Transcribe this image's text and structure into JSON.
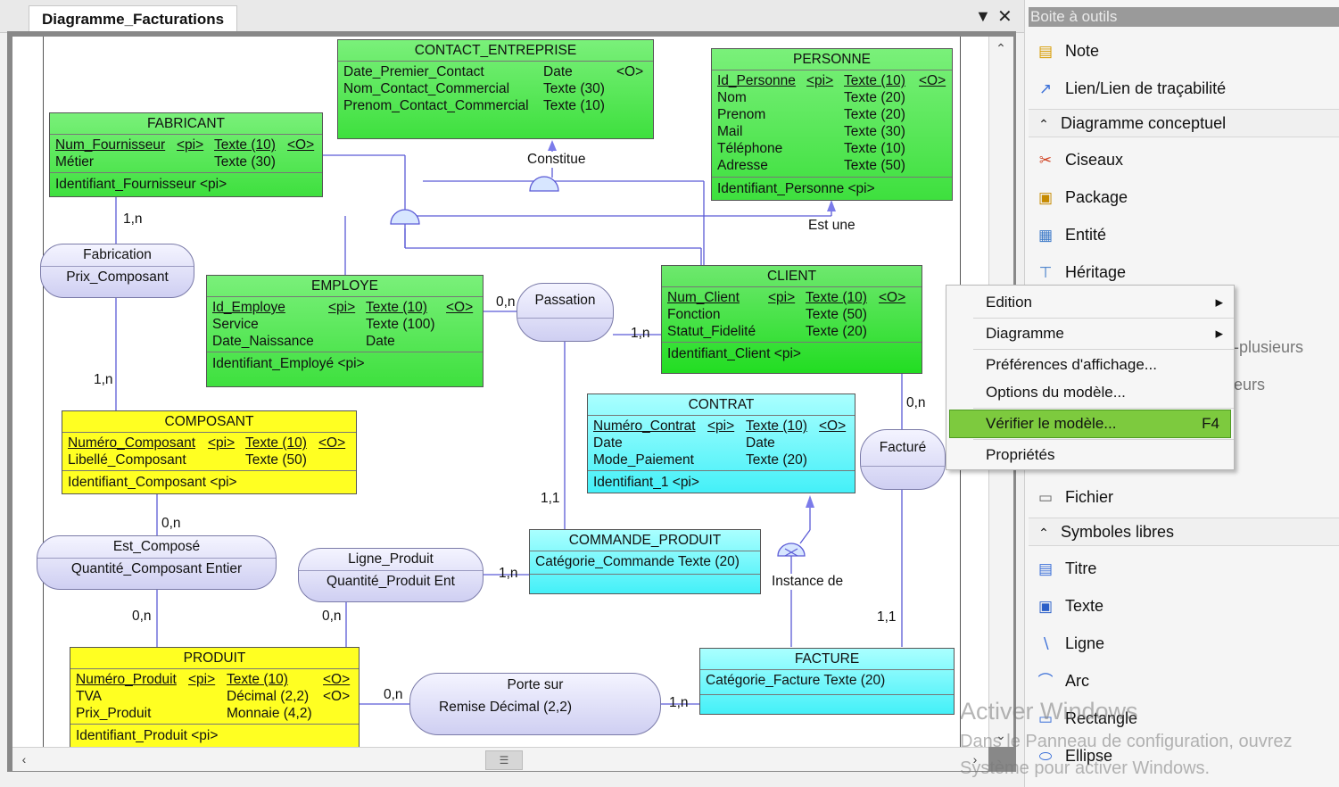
{
  "tab": {
    "title": "Diagramme_Facturations",
    "pin_icon": "pin-icon",
    "close_icon": "close-icon"
  },
  "diagram": {
    "contact_entreprise": {
      "title": "CONTACT_ENTREPRISE",
      "rows": [
        [
          "Date_Premier_Contact",
          "Date",
          "<O>"
        ],
        [
          "Nom_Contact_Commercial",
          "Texte (30)",
          ""
        ],
        [
          "Prenom_Contact_Commercial",
          "Texte (10)",
          ""
        ]
      ]
    },
    "personne": {
      "title": "PERSONNE",
      "rows": [
        [
          "Id_Personne",
          "<pi>",
          "Texte (10)",
          "<O>"
        ],
        [
          "Nom",
          "",
          "Texte (20)",
          ""
        ],
        [
          "Prenom",
          "",
          "Texte (20)",
          ""
        ],
        [
          "Mail",
          "",
          "Texte (30)",
          ""
        ],
        [
          "Téléphone",
          "",
          "Texte (10)",
          ""
        ],
        [
          "Adresse",
          "",
          "Texte (50)",
          ""
        ]
      ],
      "identifier": "Identifiant_Personne   <pi>"
    },
    "fabricant": {
      "title": "FABRICANT",
      "rows": [
        [
          "Num_Fournisseur",
          "<pi>",
          "Texte (10)",
          "<O>"
        ],
        [
          "Métier",
          "",
          "Texte (30)",
          ""
        ]
      ],
      "identifier": "Identifiant_Fournisseur   <pi>"
    },
    "employe": {
      "title": "EMPLOYE",
      "rows": [
        [
          "Id_Employe",
          "<pi>",
          "Texte (10)",
          "<O>"
        ],
        [
          "Service",
          "",
          "Texte (100)",
          ""
        ],
        [
          "Date_Naissance",
          "",
          "Date",
          ""
        ]
      ],
      "identifier": "Identifiant_Employé   <pi>"
    },
    "client": {
      "title": "CLIENT",
      "rows": [
        [
          "Num_Client",
          "<pi>",
          "Texte (10)",
          "<O>"
        ],
        [
          "Fonction",
          "",
          "Texte (50)",
          ""
        ],
        [
          "Statut_Fidelité",
          "",
          "Texte (20)",
          ""
        ]
      ],
      "identifier": "Identifiant_Client   <pi>"
    },
    "composant": {
      "title": "COMPOSANT",
      "rows": [
        [
          "Numéro_Composant",
          "<pi>",
          "Texte (10)",
          "<O>"
        ],
        [
          "Libellé_Composant",
          "",
          "Texte (50)",
          ""
        ]
      ],
      "identifier": "Identifiant_Composant   <pi>"
    },
    "contrat": {
      "title": "CONTRAT",
      "rows": [
        [
          "Numéro_Contrat",
          "<pi>",
          "Texte (10)",
          "<O>"
        ],
        [
          "Date",
          "",
          "Date",
          ""
        ],
        [
          "Mode_Paiement",
          "",
          "Texte (20)",
          ""
        ]
      ],
      "identifier": "Identifiant_1   <pi>"
    },
    "commande_produit": {
      "title": "COMMANDE_PRODUIT",
      "rows": [
        [
          "Catégorie_Commande   Texte (20)"
        ]
      ]
    },
    "produit": {
      "title": "PRODUIT",
      "rows": [
        [
          "Numéro_Produit",
          "<pi>",
          "Texte (10)",
          "<O>"
        ],
        [
          "TVA",
          "",
          "Décimal (2,2)",
          "<O>"
        ],
        [
          "Prix_Produit",
          "",
          "Monnaie (4,2)",
          ""
        ]
      ],
      "identifier": "Identifiant_Produit   <pi>"
    },
    "facture": {
      "title": "FACTURE",
      "rows": [
        [
          "Catégorie_Facture   Texte (20)"
        ]
      ]
    },
    "associations": {
      "fabrication": {
        "title": "Fabrication",
        "attr": "Prix_Composant"
      },
      "passation": {
        "title": "Passation"
      },
      "facture_assoc": {
        "title": "Facturé"
      },
      "est_compose": {
        "title": "Est_Composé",
        "attr": "Quantité_Composant   Entier"
      },
      "ligne_produit": {
        "title": "Ligne_Produit",
        "attr": "Quantité_Produit   Ent"
      },
      "porte_sur": {
        "title": "Porte sur",
        "attr": "Remise   Décimal (2,2)"
      }
    },
    "labels": {
      "constitue": "Constitue",
      "est_une": "Est une",
      "instance_de": "Instance de",
      "card_fab_1n": "1,n",
      "card_comp_1n": "1,n",
      "card_emp_0n": "0,n",
      "card_client_1n": "1,n",
      "card_client_0n": "0,n",
      "card_cmd_11": "1,1",
      "card_comp_0n": "0,n",
      "card_prod_0n": "0,n",
      "card_lp_0n": "0,n",
      "card_lp_1n": "1,n",
      "card_prod_porte_0n": "0,n",
      "card_fact_1n": "1,n",
      "card_fact_11": "1,1"
    }
  },
  "toolbox": {
    "title": "Boite à outils",
    "items_top": [
      {
        "label": "Note",
        "icon": "note-icon"
      },
      {
        "label": "Lien/Lien de traçabilité",
        "icon": "link-icon"
      }
    ],
    "section_conceptuel": "Diagramme conceptuel",
    "items_conceptuel": [
      {
        "label": "Ciseaux",
        "icon": "scissors-icon"
      },
      {
        "label": "Package",
        "icon": "package-icon"
      },
      {
        "label": "Entité",
        "icon": "entity-icon"
      },
      {
        "label": "Héritage",
        "icon": "inheritance-icon"
      }
    ],
    "partial_1": "-plusieurs",
    "partial_2": "eurs",
    "fichier": {
      "label": "Fichier",
      "icon": "file-icon"
    },
    "section_symboles": "Symboles libres",
    "items_symboles": [
      {
        "label": "Titre",
        "icon": "title-icon"
      },
      {
        "label": "Texte",
        "icon": "text-icon"
      },
      {
        "label": "Ligne",
        "icon": "line-icon"
      },
      {
        "label": "Arc",
        "icon": "arc-icon"
      },
      {
        "label": "Rectangle",
        "icon": "rectangle-icon"
      },
      {
        "label": "Ellipse",
        "icon": "ellipse-icon"
      }
    ]
  },
  "context_menu": {
    "edition": "Edition",
    "diagramme": "Diagramme",
    "preferences": "Préférences d'affichage...",
    "options": "Options du modèle...",
    "verifier": "Vérifier le modèle...",
    "verifier_shortcut": "F4",
    "proprietes": "Propriétés"
  },
  "watermark": {
    "line1": "Activer Windows",
    "line2": "Dans le Panneau de configuration, ouvrez",
    "line3": "Système pour activer Windows."
  }
}
